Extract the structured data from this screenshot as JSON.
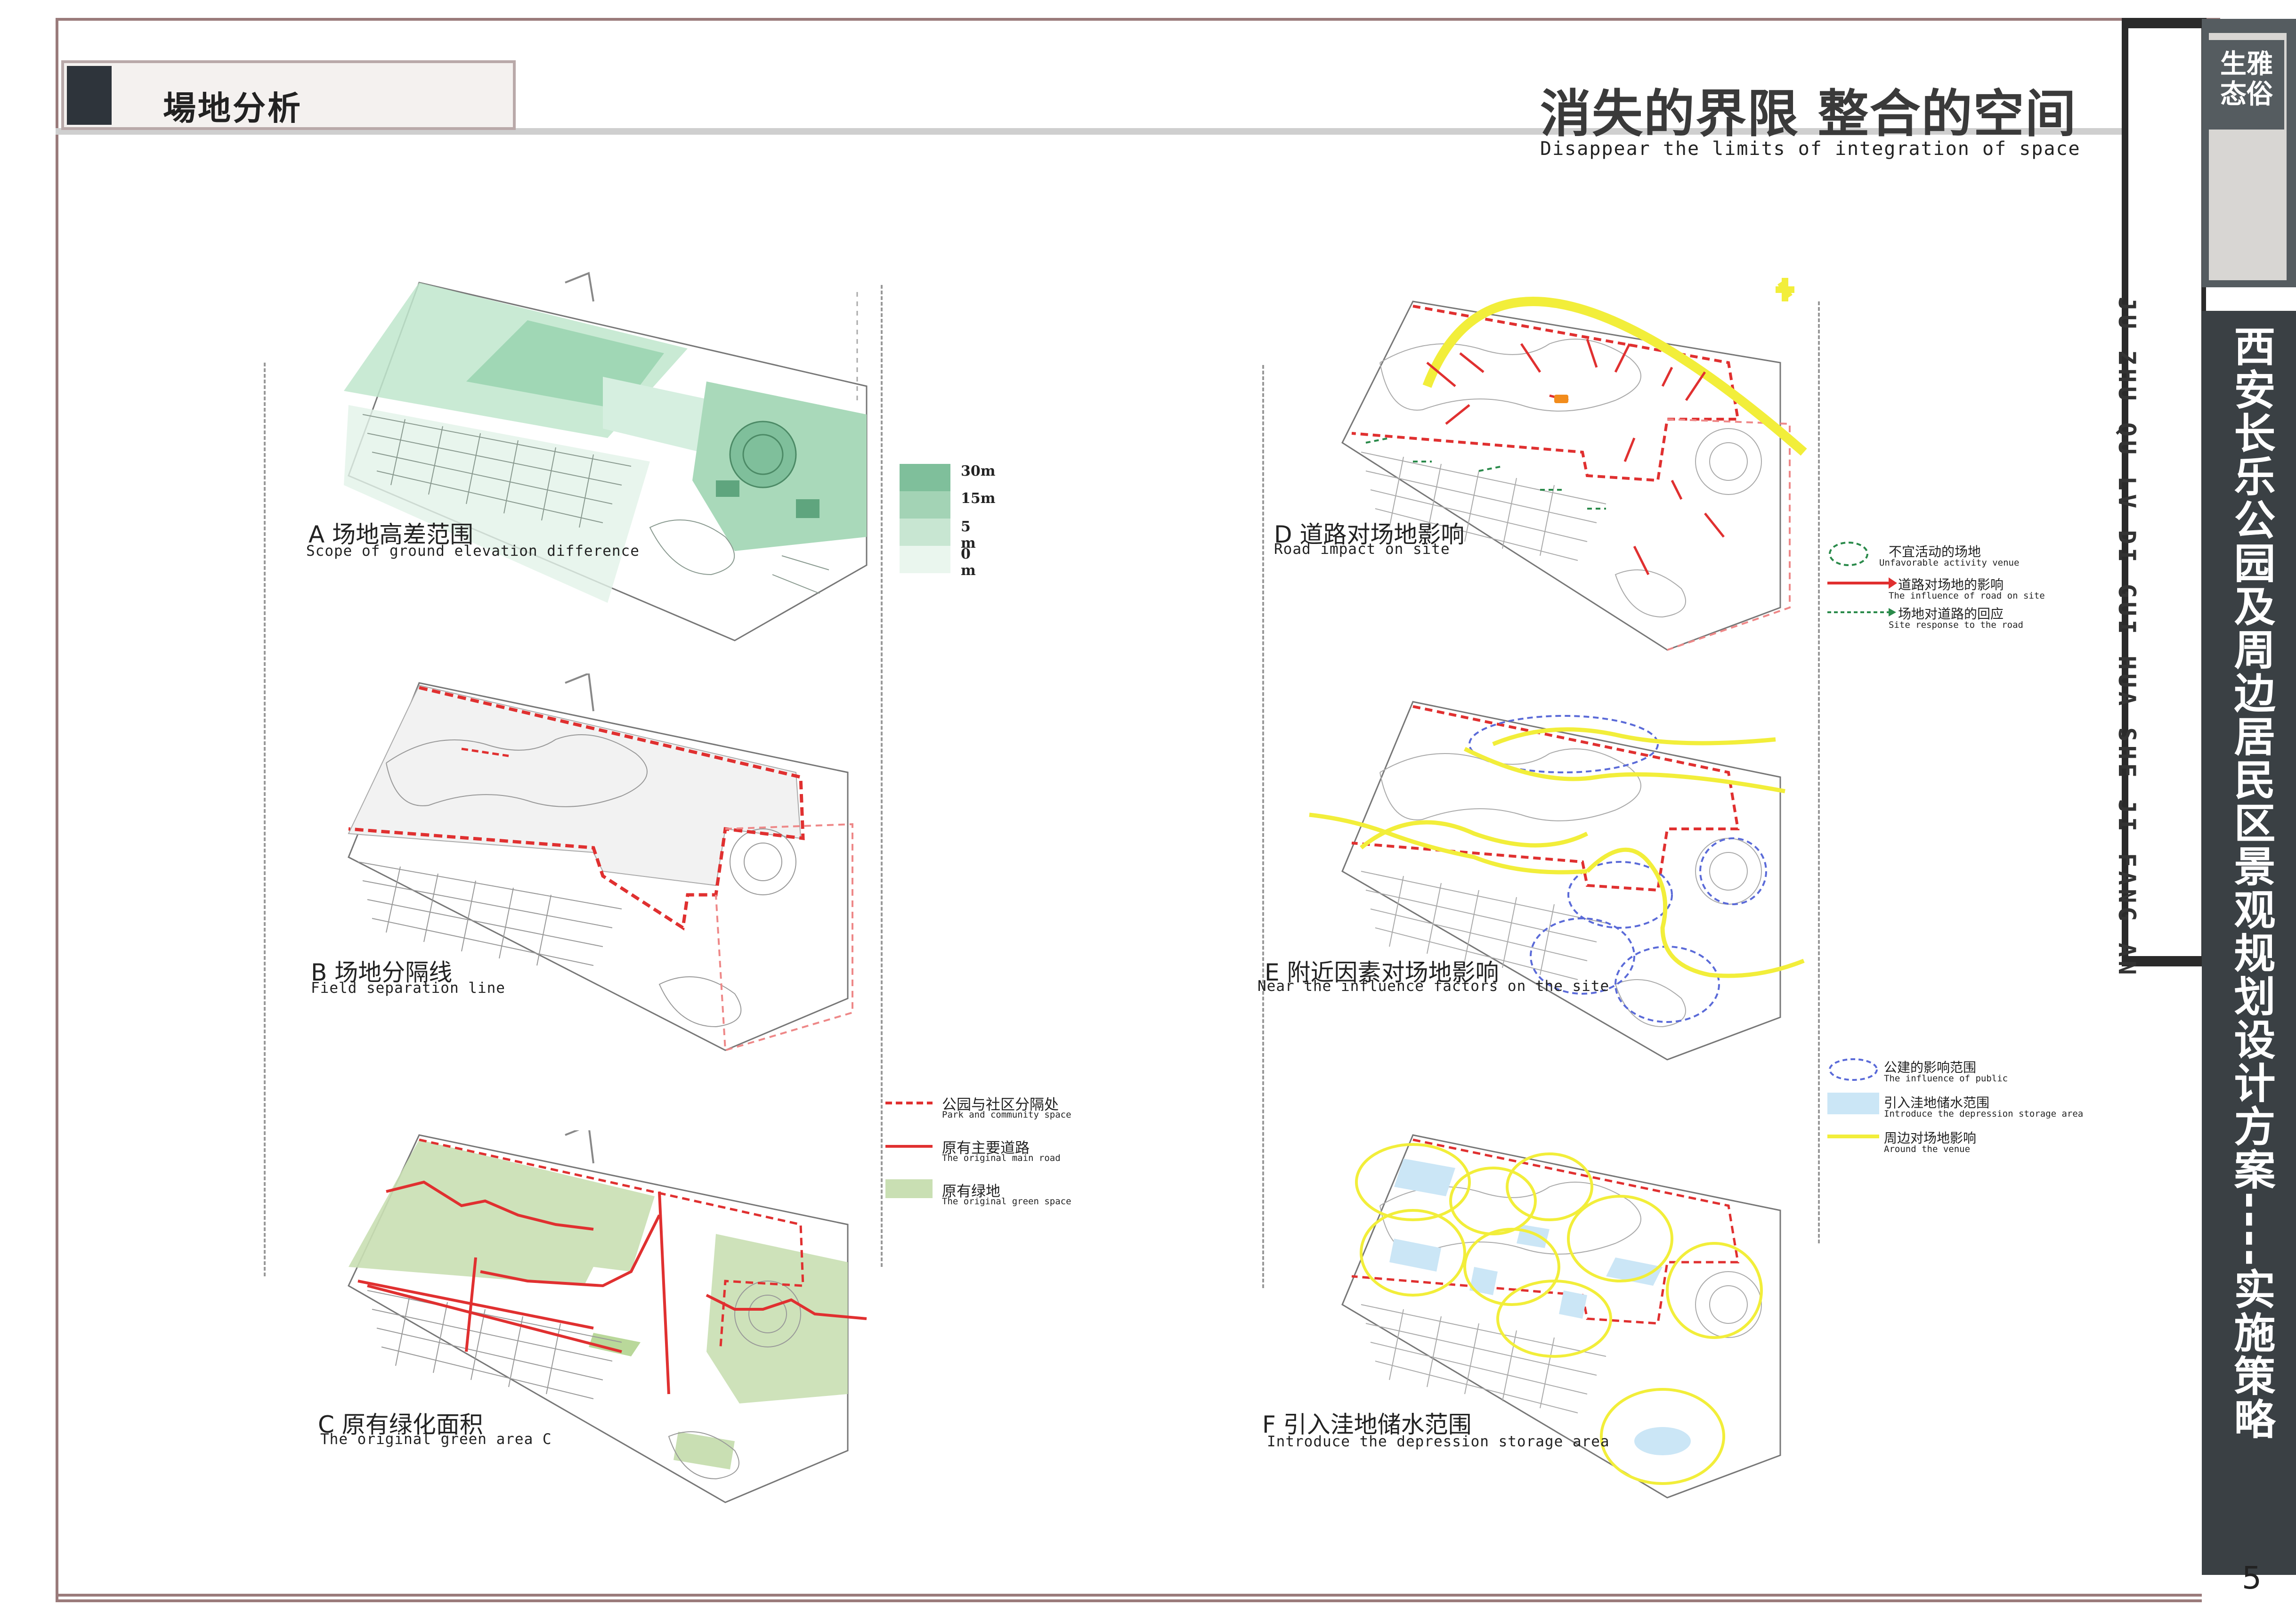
{
  "header": {
    "section_title": "場地分析",
    "main_title": "消失的界限 整合的空间",
    "subtitle": "Disappear the limits of integration of space"
  },
  "sidebar": {
    "logo_text": "生雅\n态俗",
    "pinyin": "JU ZHU QU LV DI GUI HUA SHE JI FANG AN",
    "vertical_title": "西安长乐公园及周边居民区景观规划设计方案----实施策略",
    "page_number": "5"
  },
  "panels": {
    "a": {
      "title": "A 场地高差范围",
      "subtitle": "Scope of ground elevation difference"
    },
    "b": {
      "title": "B 场地分隔线",
      "subtitle": "Field separation line"
    },
    "c": {
      "title": "C 原有绿化面积",
      "subtitle": "The original green area C"
    },
    "d": {
      "title": "D 道路对场地影响",
      "subtitle": "Road impact on site"
    },
    "e": {
      "title": "E 附近因素对场地影响",
      "subtitle": "Near the influence factors on the site"
    },
    "f": {
      "title": "F 引入洼地储水范围",
      "subtitle": "Introduce the depression storage area"
    }
  },
  "legends": {
    "elevation": [
      {
        "label": "30m",
        "color": "#7fbf9b"
      },
      {
        "label": "15m",
        "color": "#a3d3b5"
      },
      {
        "label": "5 m",
        "color": "#c8e6d2"
      },
      {
        "label": "0 m",
        "color": "#eaf6ee"
      }
    ],
    "c_legend": [
      {
        "zh": "公园与社区分隔处",
        "en": "Park and community space",
        "symbol": "red-dashed-line"
      },
      {
        "zh": "原有主要道路",
        "en": "The original main road",
        "symbol": "red-solid-line"
      },
      {
        "zh": "原有绿地",
        "en": "The original green space",
        "symbol": "green-fill"
      }
    ],
    "d_legend": [
      {
        "zh": "不宜活动的场地",
        "en": "Unfavorable activity venue",
        "symbol": "green-dashed-ellipse"
      },
      {
        "zh": "道路对场地的影响",
        "en": "The influence of road on site",
        "symbol": "red-arrow"
      },
      {
        "zh": "场地对道路的回应",
        "en": "Site response to the road",
        "symbol": "green-dashed-arrow"
      }
    ],
    "ef_legend": [
      {
        "zh": "公建的影响范围",
        "en": "The influence of public",
        "symbol": "blue-dashed-ellipse"
      },
      {
        "zh": "引入洼地储水范围",
        "en": "Introduce the depression storage area",
        "symbol": "light-blue-fill"
      },
      {
        "zh": "周边对场地影响",
        "en": "Around the venue",
        "symbol": "yellow-line"
      }
    ]
  },
  "colors": {
    "frame": "#9a7b7b",
    "dark_panel": "#3a4044",
    "red_dash": "#e03030",
    "green_space": "#c9dfb3",
    "yellow": "#f2ee3a",
    "blue_dash": "#5a6ad8",
    "water": "#cbe6f6"
  }
}
